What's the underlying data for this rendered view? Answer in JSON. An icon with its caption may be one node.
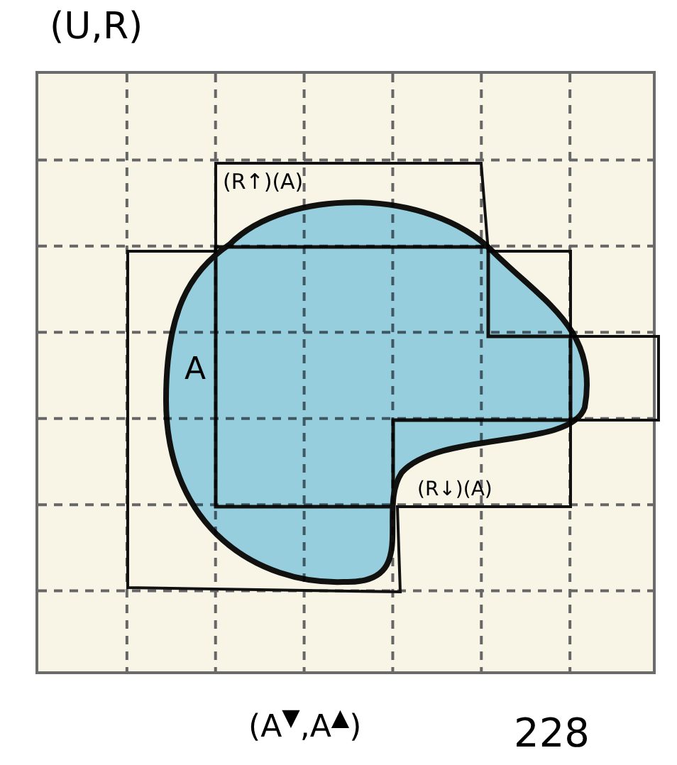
{
  "diagram": {
    "nodes": [
      {
        "text": [
          "(U,R)"
        ]
      },
      {
        "text": [
          "(R↑)(A)"
        ],
        "in": 0
      },
      {
        "text": [
          "A"
        ],
        "in": 1
      },
      {
        "text": [
          "(R↓)(A)"
        ],
        "in": 2
      }
    ],
    "labels": [
      "(A$^{▼}$,A$^{▲}$)",
      "228"
    ]
  }
}
